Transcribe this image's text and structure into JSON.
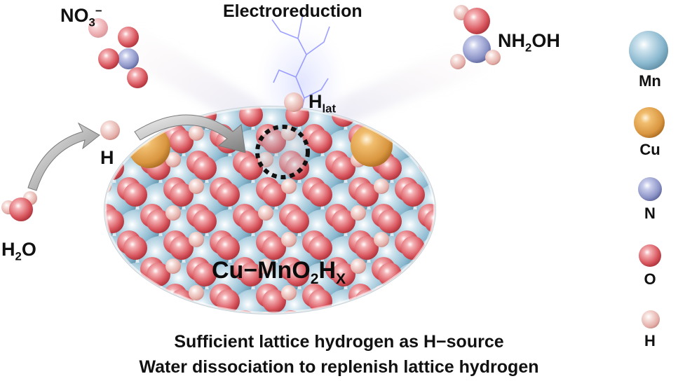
{
  "title": "Electroreduction",
  "reactant": {
    "main": "NO",
    "sub": "3",
    "sup": "−"
  },
  "product": {
    "pre": "NH",
    "sub": "2",
    "post": "OH"
  },
  "lattice_h": {
    "main": "H",
    "sub": "lat"
  },
  "hydrogen_label": "H",
  "water": {
    "pre": "H",
    "sub": "2",
    "post": "O"
  },
  "surface": {
    "pre": "Cu−MnO",
    "sub": "2",
    "mid": "H",
    "sub2": "X"
  },
  "caption": {
    "line1": "Sufficient lattice hydrogen as H−source",
    "line2": "Water dissociation to replenish lattice hydrogen"
  },
  "legend": [
    {
      "label": "Mn",
      "color": "#8ab8cf",
      "icon": "mn-atom-icon"
    },
    {
      "label": "Cu",
      "color": "#d99640",
      "icon": "cu-atom-icon"
    },
    {
      "label": "N",
      "color": "#8b93c6",
      "icon": "n-atom-icon"
    },
    {
      "label": "O",
      "color": "#d9565e",
      "icon": "o-atom-icon"
    },
    {
      "label": "H",
      "color": "#e8b9b3",
      "icon": "h-atom-icon"
    }
  ],
  "colors": {
    "mn": "#8ab8cf",
    "cu": "#d99640",
    "n": "#8b93c6",
    "o": "#d9565e",
    "h": "#e8b9b3"
  }
}
